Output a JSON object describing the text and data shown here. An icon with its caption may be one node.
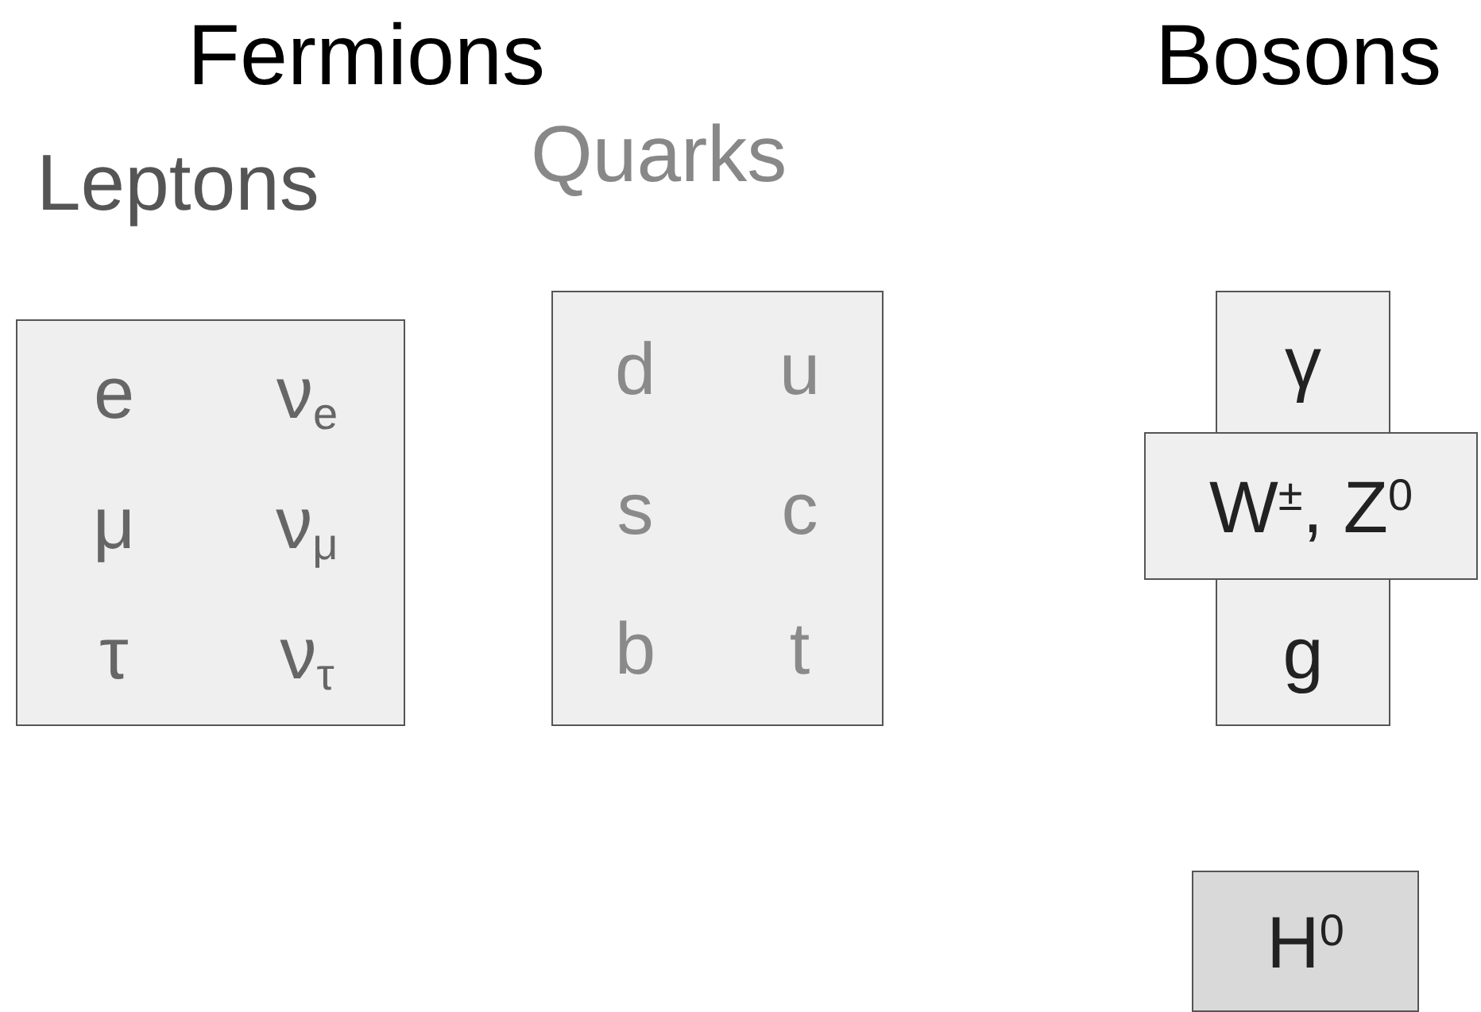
{
  "diagram": {
    "nodes": [
      {
        "text": [
          "Leptons",
          "e",
          "ν$_{e}$",
          "μ",
          "ν$_{μ}$",
          "τ",
          "ν$_{τ}$"
        ]
      },
      {
        "text": [
          "Quarks",
          "d",
          "u",
          "s",
          "c",
          "b",
          "t"
        ]
      },
      {
        "text": [
          "γ"
        ]
      },
      {
        "text": [
          "W$^{±}$, Z$^{0}$"
        ]
      },
      {
        "text": [
          "g"
        ]
      },
      {
        "text": [
          "H$^{0}$"
        ]
      }
    ],
    "edges": [],
    "labels": [
      "Fermions",
      "Bosons"
    ]
  }
}
